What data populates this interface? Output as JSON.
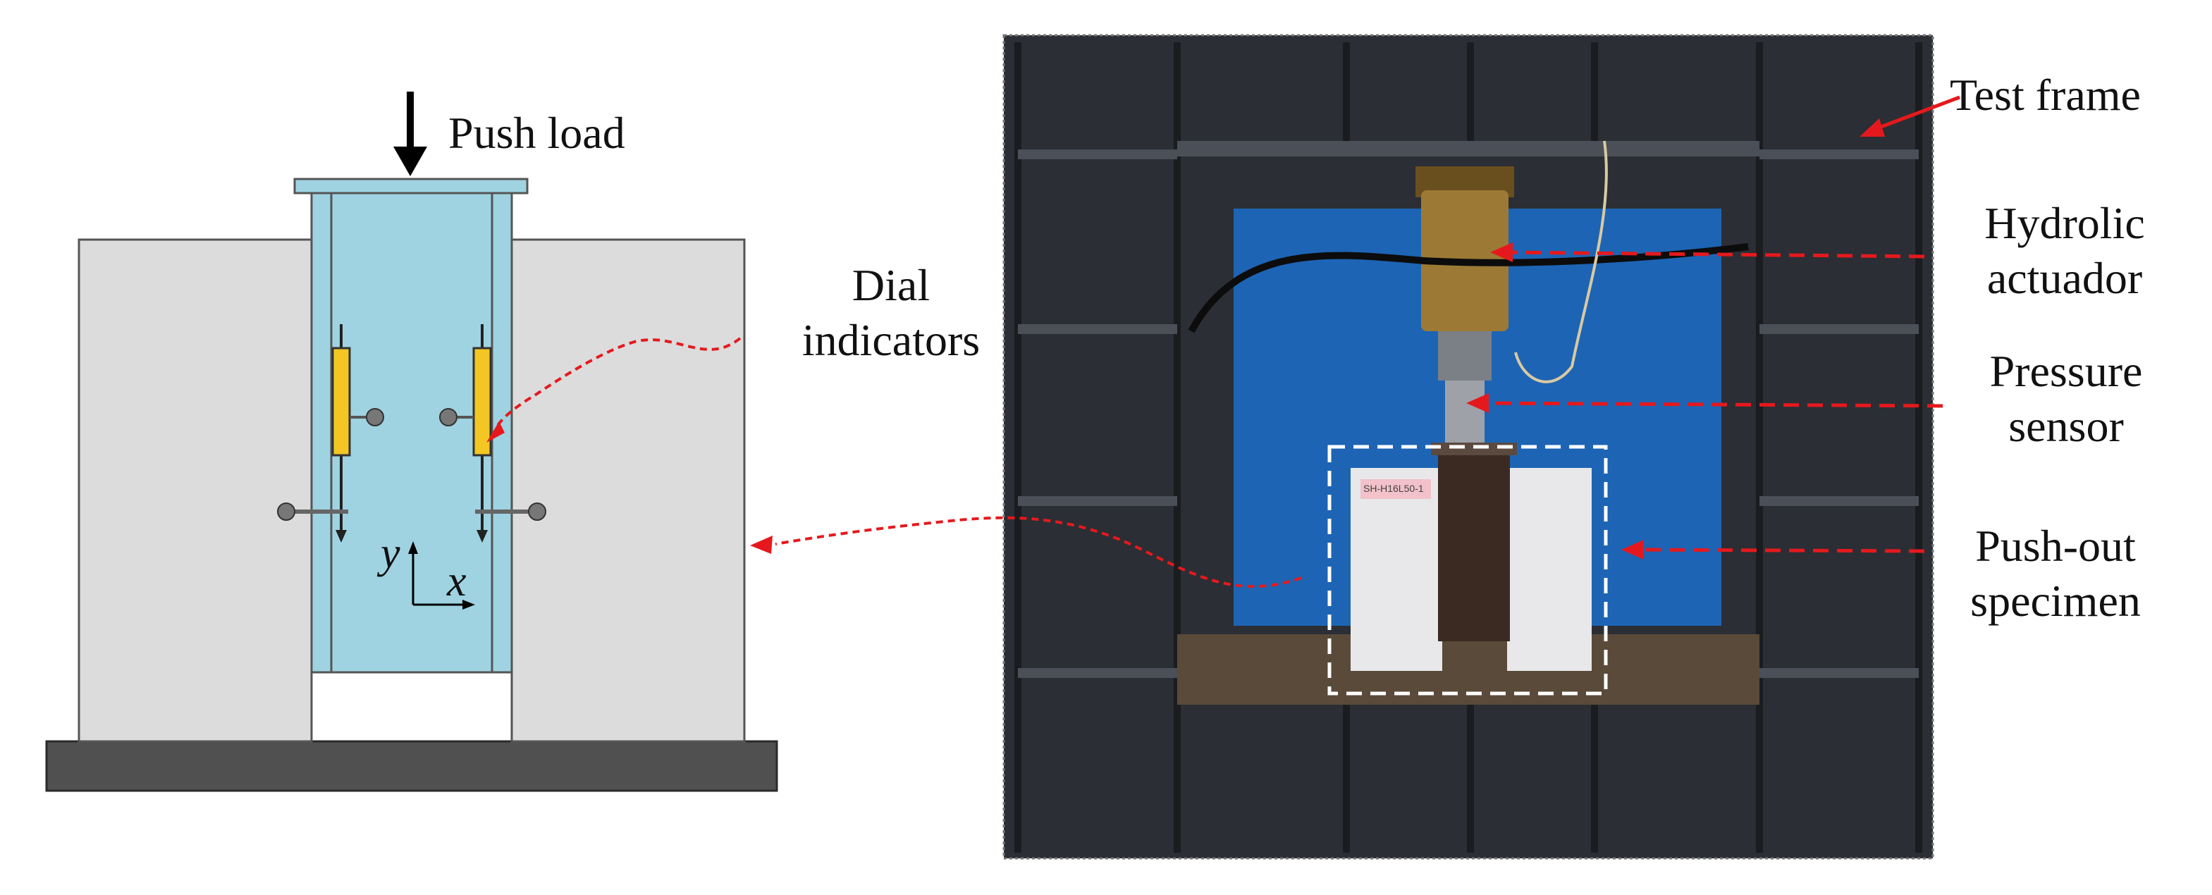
{
  "schematic": {
    "push_load_label": "Push load",
    "dial_label_line1": "Dial",
    "dial_label_line2": "indicators",
    "axis_y": "y",
    "axis_x": "x"
  },
  "photo": {
    "callouts": {
      "test_frame": "Test frame",
      "hydraulic_line1": "Hydrolic",
      "hydraulic_line2": "actuador",
      "pressure_line1": "Pressure",
      "pressure_line2": "sensor",
      "pushout_line1": "Push-out",
      "pushout_line2": "specimen"
    },
    "specimen_tag": "SH-H16L50-1"
  },
  "colors": {
    "steel_blue": "#9fd3e2",
    "concrete_grey": "#dcdcdc",
    "base_dark": "#505050",
    "dial_yellow": "#f3c623",
    "callout_red": "#e5191d",
    "backdrop_blue": "#1d64b4",
    "frame_dark": "#2b2e34",
    "actuator_brown": "#9c7a35"
  }
}
